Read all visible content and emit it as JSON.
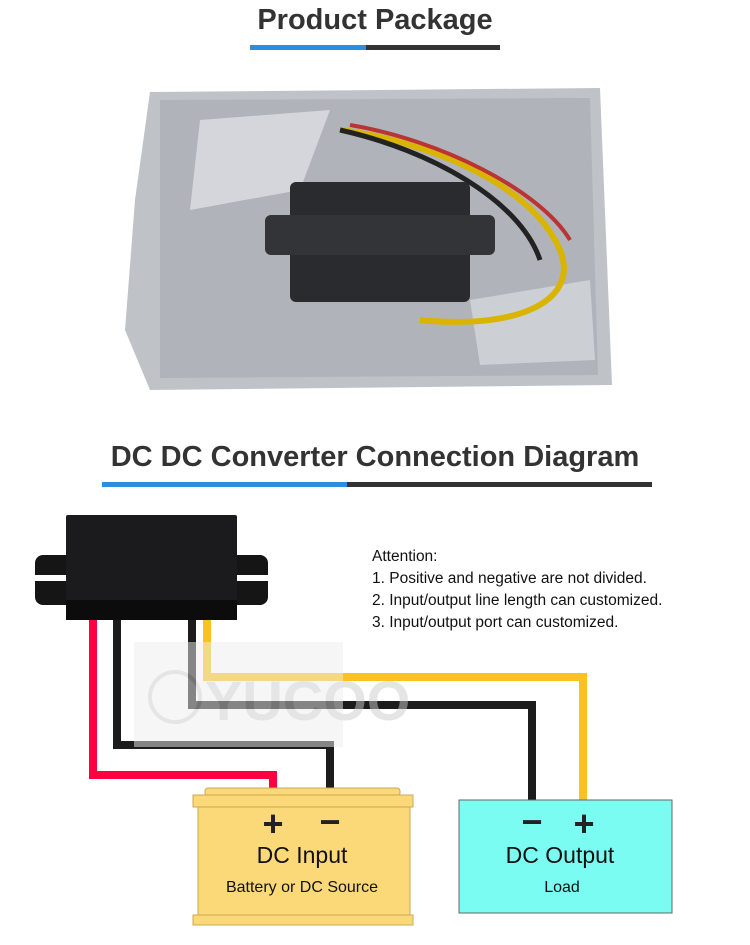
{
  "section1": {
    "title": "Product Package"
  },
  "section2": {
    "title": "DC DC Converter Connection Diagram"
  },
  "attention": {
    "heading": "Attention:",
    "items": [
      "1. Positive and negative are not divided.",
      "2. Input/output line length can customized.",
      "3. Input/output port can customized."
    ]
  },
  "watermark": "YUCOO",
  "input_box": {
    "plus": "+",
    "minus": "−",
    "title": "DC Input",
    "subtitle": "Battery or DC Source"
  },
  "output_box": {
    "plus": "+",
    "minus": "−",
    "title": "DC Output",
    "subtitle": "Load"
  },
  "colors": {
    "accent": "#2b8ee0",
    "red_wire": "#ff0040",
    "yellow_wire": "#f9c21e",
    "battery": "#fbd878",
    "load": "#7afcf2"
  }
}
